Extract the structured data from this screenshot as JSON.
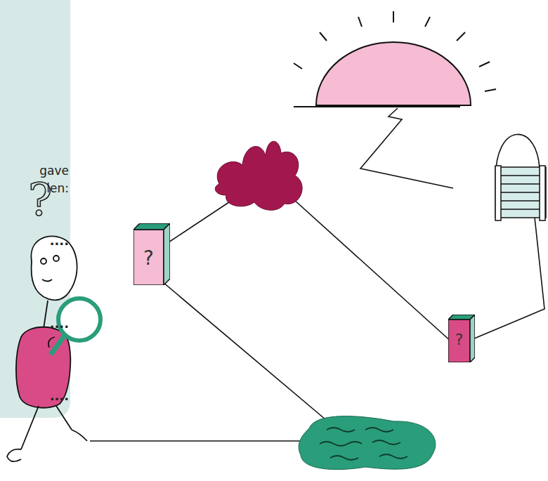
{
  "diagram": {
    "nodes": [
      {
        "text": [
          "?"
        ]
      },
      {
        "text": [
          "?"
        ]
      }
    ],
    "labels": [
      "gave",
      "len:",
      "?",
      "....",
      "....",
      "...."
    ]
  }
}
